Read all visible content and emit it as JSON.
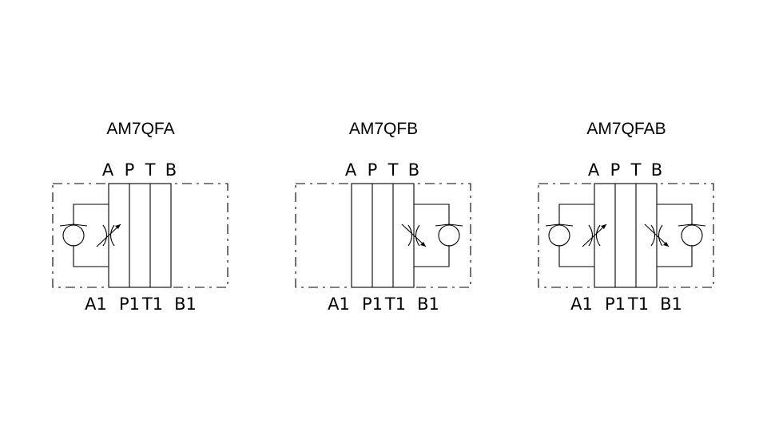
{
  "symbols": [
    {
      "title": "AM7QFA",
      "ports_top": [
        "A",
        "P",
        "T",
        "B"
      ],
      "ports_bottom": [
        "A1",
        "P1",
        "T1",
        "B1"
      ],
      "throttle_side": "left"
    },
    {
      "title": "AM7QFB",
      "ports_top": [
        "A",
        "P",
        "T",
        "B"
      ],
      "ports_bottom": [
        "A1",
        "P1",
        "T1",
        "B1"
      ],
      "throttle_side": "right"
    },
    {
      "title": "AM7QFAB",
      "ports_top": [
        "A",
        "P",
        "T",
        "B"
      ],
      "ports_bottom": [
        "A1",
        "P1",
        "T1",
        "B1"
      ],
      "throttle_side": "both"
    }
  ],
  "colors": {
    "line": "#000000",
    "background": "#ffffff"
  }
}
